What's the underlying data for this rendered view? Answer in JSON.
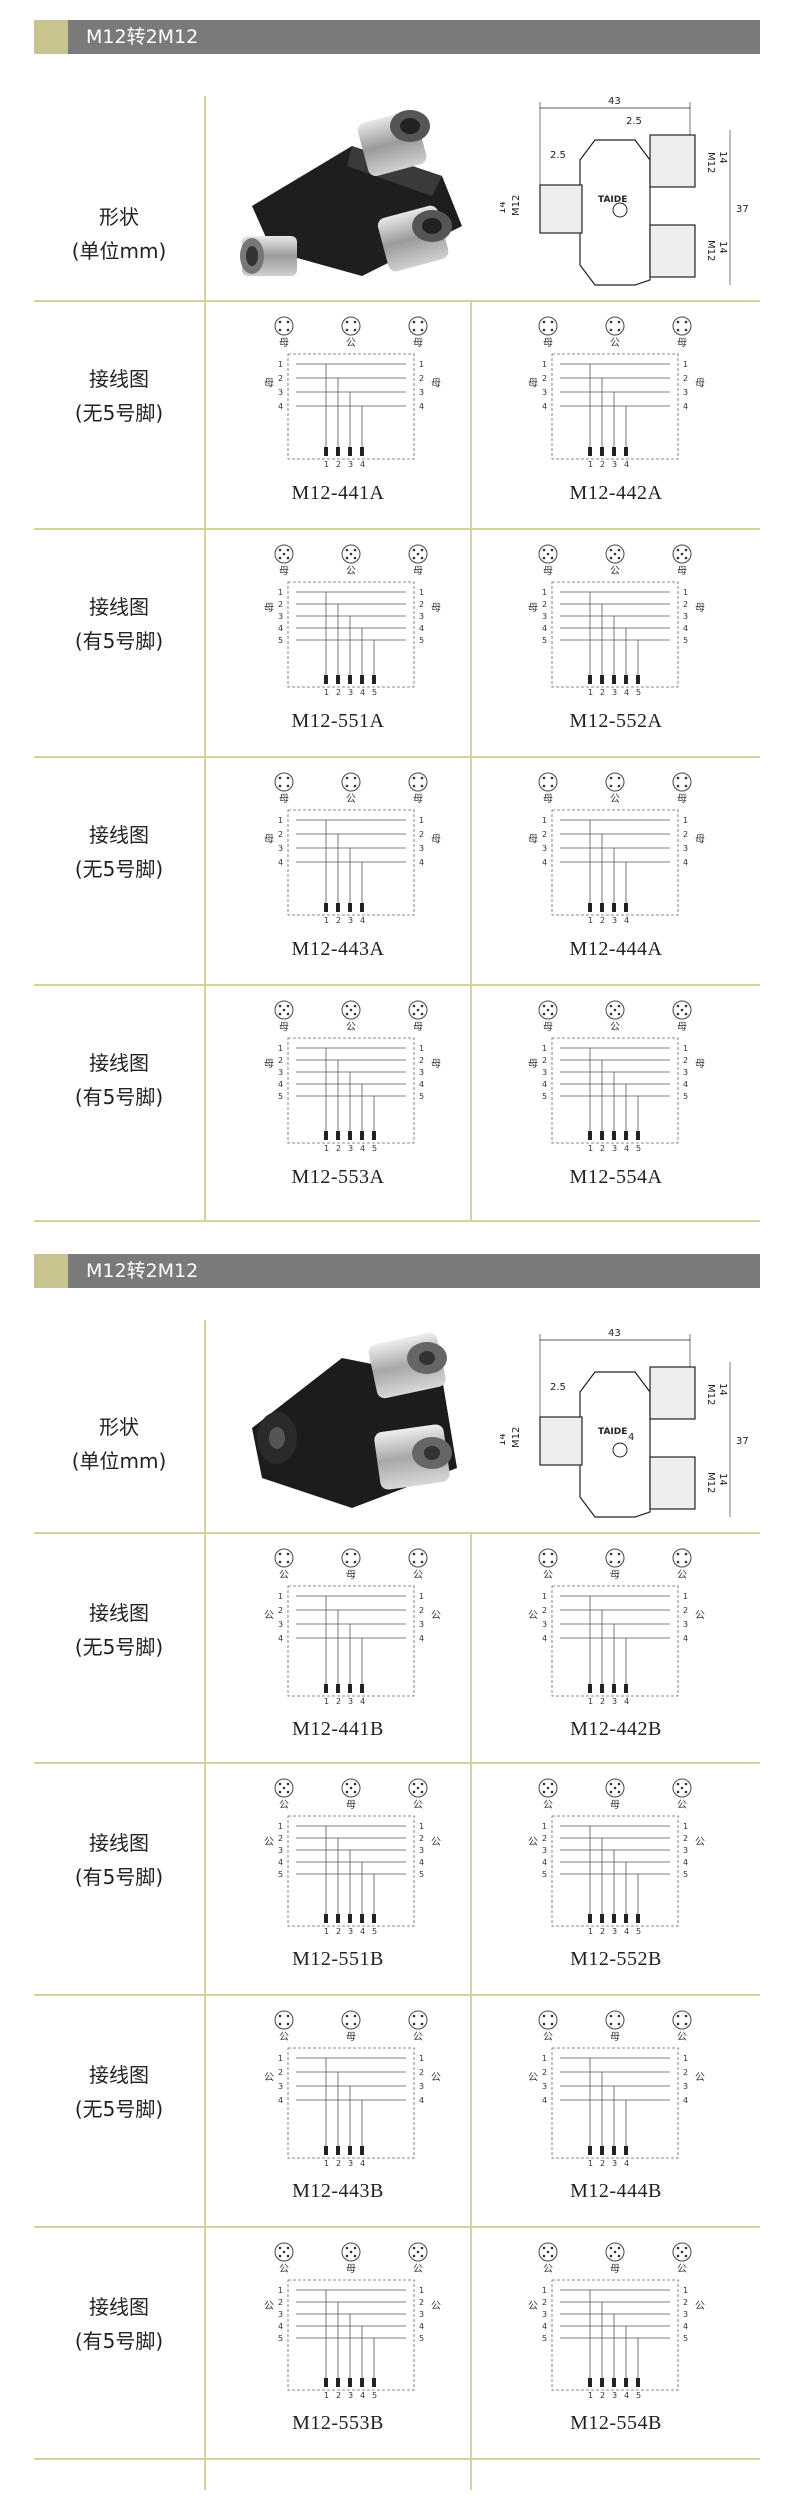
{
  "sections": [
    {
      "title": "M12转2M12",
      "shape_label": [
        "形状",
        "(单位mm)"
      ],
      "dims": {
        "w": "43",
        "a": "2.5",
        "b": "2.5",
        "h": "37",
        "h1": "14",
        "h2": "14",
        "h3": "14",
        "m1": "M12",
        "m2": "M12",
        "m3": "M12",
        "logo": "TAIDE"
      },
      "rows": [
        {
          "label": [
            "接线图",
            "(无5号脚)"
          ],
          "left": "M12-441A",
          "right": "M12-442A"
        },
        {
          "label": [
            "接线图",
            "(有5号脚)"
          ],
          "left": "M12-551A",
          "right": "M12-552A"
        },
        {
          "label": [
            "接线图",
            "(无5号脚)"
          ],
          "left": "M12-443A",
          "right": "M12-444A"
        },
        {
          "label": [
            "接线图",
            "(有5号脚)"
          ],
          "left": "M12-553A",
          "right": "M12-554A"
        }
      ],
      "diagram_text": {
        "female": "母",
        "male": "公"
      }
    },
    {
      "title": "M12转2M12",
      "shape_label": [
        "形状",
        "(单位mm)"
      ],
      "dims": {
        "w": "43",
        "a": "2.5",
        "b": "4",
        "h": "37",
        "h1": "14",
        "h2": "14",
        "h3": "14",
        "m1": "M12",
        "m2": "M12",
        "m3": "M12",
        "logo": "TAIDE"
      },
      "rows": [
        {
          "label": [
            "接线图",
            "(无5号脚)"
          ],
          "left": "M12-441B",
          "right": "M12-442B"
        },
        {
          "label": [
            "接线图",
            "(有5号脚)"
          ],
          "left": "M12-551B",
          "right": "M12-552B"
        },
        {
          "label": [
            "接线图",
            "(无5号脚)"
          ],
          "left": "M12-443B",
          "right": "M12-444B"
        },
        {
          "label": [
            "接线图",
            "(有5号脚)"
          ],
          "left": "M12-553B",
          "right": "M12-554B"
        }
      ],
      "diagram_text": {
        "female": "母",
        "male": "公"
      }
    }
  ]
}
